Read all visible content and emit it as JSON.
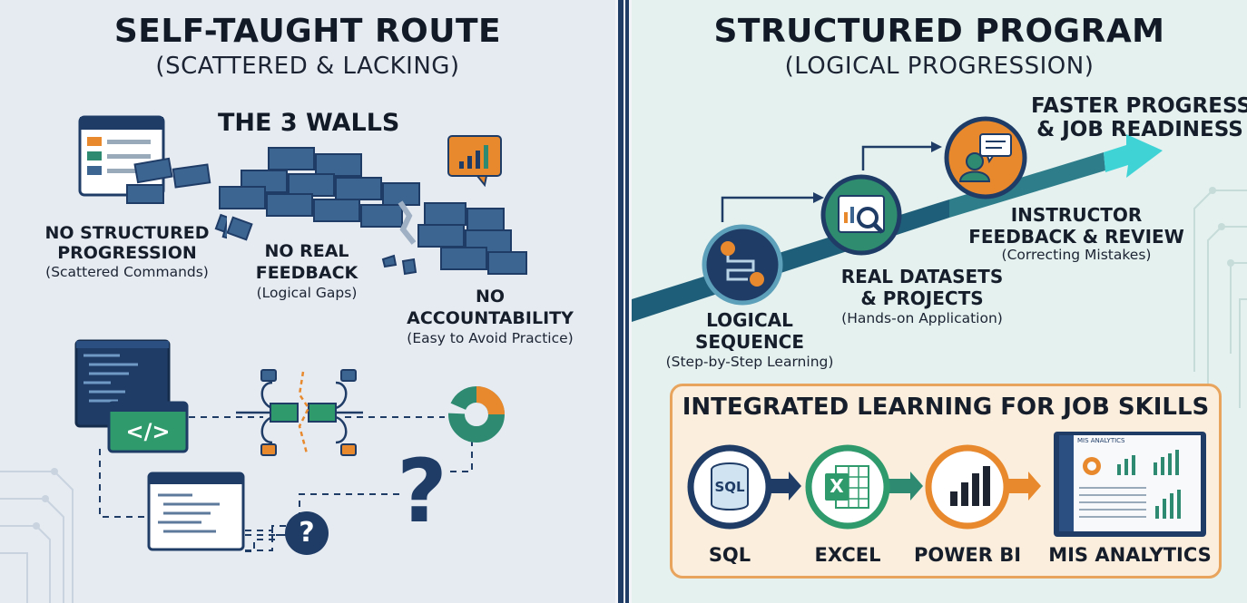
{
  "left": {
    "title": "SELF-TAUGHT ROUTE",
    "subtitle": "(SCATTERED & LACKING)",
    "walls_title": "THE 3 WALLS",
    "walls": [
      {
        "line1": "NO STRUCTURED",
        "line2": "PROGRESSION",
        "sub": "(Scattered Commands)"
      },
      {
        "line1": "NO REAL",
        "line2": "FEEDBACK",
        "sub": "(Logical Gaps)"
      },
      {
        "line1": "NO",
        "line2": "ACCOUNTABILITY",
        "sub": "(Easy to Avoid Practice)"
      }
    ],
    "code_glyph": "</>",
    "question_glyph": "?"
  },
  "right": {
    "title": "STRUCTURED PROGRAM",
    "subtitle": "(LOGICAL PROGRESSION)",
    "goal_line1": "FASTER PROGRESS",
    "goal_line2": "& JOB READINESS",
    "steps": [
      {
        "line1": "LOGICAL",
        "line2": "SEQUENCE",
        "sub": "(Step-by-Step Learning)"
      },
      {
        "line1": "REAL DATASETS",
        "line2": "& PROJECTS",
        "sub": "(Hands-on Application)"
      },
      {
        "line1": "INSTRUCTOR",
        "line2": "FEEDBACK & REVIEW",
        "sub": "(Correcting Mistakes)"
      }
    ],
    "integrated": {
      "title": "INTEGRATED LEARNING FOR JOB SKILLS",
      "tools": [
        "SQL",
        "EXCEL",
        "POWER BI",
        "MIS ANALYTICS"
      ],
      "sql_icon_text": "SQL",
      "excel_icon_text": "X",
      "dashboard_title": "MIS ANALYTICS"
    }
  },
  "colors": {
    "navy": "#1f3c67",
    "brick": "#3d6591",
    "teal": "#2e8b72",
    "orange": "#e8892e",
    "cyan": "#3fd3d6",
    "green": "#2f9a6c"
  }
}
